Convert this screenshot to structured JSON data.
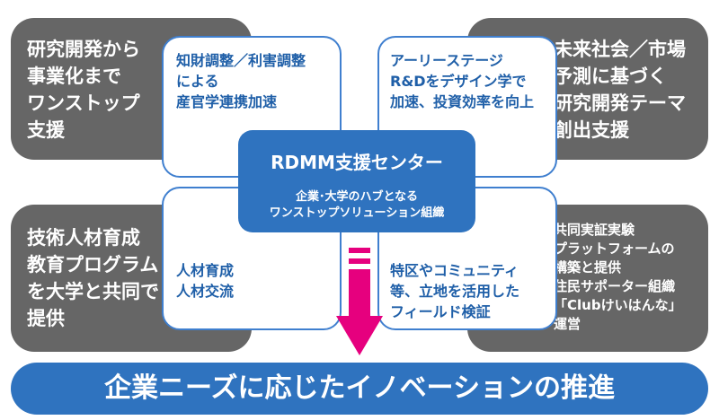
{
  "corners": {
    "top_left": "研究開発から\n事業化まで\nワンストップ\n支援",
    "top_right": "未来社会／市場\n予測に基づく\n研究開発テーマ\n創出支援",
    "bottom_left": "技術人材育成\n教育プログラム\nを大学と共同で\n提供",
    "bottom_right": "共同実証実験\nプラットフォームの\n構築と提供\n住民サポーター組織\n「Clubけいはんな」\n運営"
  },
  "quadrants": {
    "top_left": "知財調整／利害調整\nによる\n産官学連携加速",
    "top_right": "アーリーステージ\nR&Dをデザイン学で\n加速、投資効率を向上",
    "bottom_left": "人材育成\n人材交流",
    "bottom_right": "特区やコミュニティ\n等、立地を活用した\nフィールド検証"
  },
  "center": {
    "title": "RDMM支援センター",
    "subtitle": "企業･大学のハブとなる\nワンストップソリューション組織"
  },
  "bottom_banner": "企業ニーズに応じたイノベーションの推進",
  "colors": {
    "gray": "#666666",
    "blue": "#2f73bf",
    "accent_arrow": "#e6007e"
  }
}
